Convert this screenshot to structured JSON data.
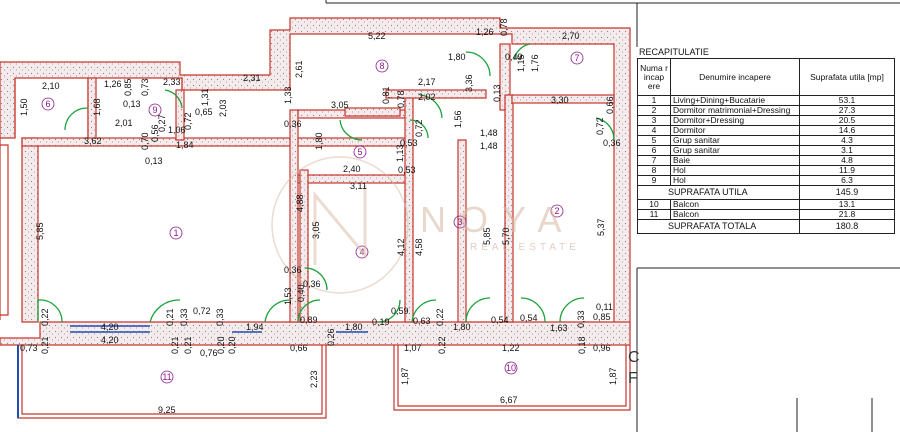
{
  "watermark": {
    "brand": "NOYA",
    "sub": "REAL ESTATE"
  },
  "recap": {
    "title": "RECAPITULATIE",
    "headers": {
      "num": "Numa r incap ere",
      "name": "Denumire incapere",
      "area": "Suprafata utila [mp]"
    },
    "rows": [
      {
        "nr": "1",
        "name": "Living+Dining+Bucatarie",
        "area": "53.1"
      },
      {
        "nr": "2",
        "name": "Dormitor matrimonial+Dressing",
        "area": "27.3"
      },
      {
        "nr": "3",
        "name": "Dormitor+Dressing",
        "area": "20.5"
      },
      {
        "nr": "4",
        "name": "Dormitor",
        "area": "14.6"
      },
      {
        "nr": "5",
        "name": "Grup sanitar",
        "area": "4.3"
      },
      {
        "nr": "6",
        "name": "Grup sanitar",
        "area": "3.1"
      },
      {
        "nr": "7",
        "name": "Baie",
        "area": "4.8"
      },
      {
        "nr": "8",
        "name": "Hol",
        "area": "11.9"
      },
      {
        "nr": "9",
        "name": "Hol",
        "area": "6.3"
      }
    ],
    "subtotal": {
      "label": "SUPRAFATA UTILA",
      "area": "145.9"
    },
    "balconies": [
      {
        "nr": "10",
        "name": "Balcon",
        "area": "13.1"
      },
      {
        "nr": "11",
        "name": "Balcon",
        "area": "21.8"
      }
    ],
    "total": {
      "label": "SUPRAFATA TOTALA",
      "area": "180.8"
    }
  },
  "room_numbers": [
    "1",
    "2",
    "3",
    "4",
    "5",
    "6",
    "7",
    "8",
    "9",
    "10",
    "11"
  ],
  "dimensions": {
    "d_5_22": "5,22",
    "d_1_26a": "1,26",
    "d_0_78": "0,78",
    "d_2_70": "2,70",
    "d_1_80a": "1,80",
    "d_0_49": "0,49",
    "d_1_15": "1,15",
    "d_1_76": "1,76",
    "d_2_10": "2,10",
    "d_1_26b": "1,26",
    "d_0_85a": "0,85",
    "d_0_73a": "0,73",
    "d_2_33": "2,33",
    "d_2_31": "2,31",
    "d_2_61": "2,61",
    "d_3_30": "3,30",
    "d_1_50": "1,50",
    "d_1_68": "1,68",
    "d_0_13a": "0,13",
    "d_1_31": "1,31",
    "d_1_33": "1,33",
    "d_2_17": "2,17",
    "d_3_36": "3,36",
    "d_0_13b": "0,13",
    "d_0_66": "0,66",
    "d_0_81": "0,81",
    "d_0_78b": "0,78",
    "d_2_02": "2,02",
    "d_3_05a": "3,05",
    "d_2_03": "2,03",
    "d_0_72a": "0,72",
    "d_0_65": "0,65",
    "d_2_01": "2,01",
    "d_0_27": "0,27",
    "d_1_06": "1,06",
    "d_0_36a": "0,36",
    "d_0_72b": "0,72",
    "d_1_56": "1,56",
    "d_0_72c": "0,72",
    "d_1_48a": "1,48",
    "d_3_62": "3,62",
    "d_0_70": "0,70",
    "d_0_56": "0,56",
    "d_1_84": "1,84",
    "d_0_13c": "0,13",
    "d_1_80b": "1,80",
    "d_0_53a": "0,53",
    "d_1_13": "1,13",
    "d_0_36b": "0,36",
    "d_1_48b": "1,48",
    "d_2_40": "2,40",
    "d_0_53b": "0,53",
    "d_3_11": "3,11",
    "d_5_85a": "5,85",
    "d_4_88": "4,88",
    "d_3_05b": "3,05",
    "d_4_12": "4,12",
    "d_4_58": "4,58",
    "d_5_85b": "5,85",
    "d_5_70": "5,70",
    "d_5_37": "5,37",
    "d_0_36c": "0,36",
    "d_0_36d": "0,36",
    "d_1_53": "1,53",
    "d_0_40": "0,40",
    "d_0_11": "0,11",
    "d_0_22a": "0,22",
    "d_4_20a": "4,20",
    "d_0_21a": "0,21",
    "d_0_33a": "0,33",
    "d_0_72d": "0,72",
    "d_0_33b": "0,33",
    "d_1_94": "1,94",
    "d_0_89": "0,89",
    "d_1_80c": "1,80",
    "d_0_19": "0,19",
    "d_0_59": "0,59",
    "d_0_63": "0,63",
    "d_0_22b": "0,22",
    "d_1_80d": "1,80",
    "d_0_54a": "0,54",
    "d_0_54b": "0,54",
    "d_1_63": "1,63",
    "d_0_33c": "0,33",
    "d_0_85b": "0,85",
    "d_0_73b": "0,73",
    "d_0_21b": "0,21",
    "d_4_20b": "4,20",
    "d_0_21c": "0,21",
    "d_0_21d": "0,21",
    "d_0_76": "0,76",
    "d_0_20a": "0,20",
    "d_0_20b": "0,20",
    "d_0_66b": "0,66",
    "d_0_26": "0,26",
    "d_1_07": "1,07",
    "d_0_22c": "0,22",
    "d_1_22": "1,22",
    "d_0_18": "0,18",
    "d_0_96": "0,96",
    "d_2_23": "2,23",
    "d_1_87a": "1,87",
    "d_1_87b": "1,87",
    "d_9_25": "9,25",
    "d_6_67": "6,67"
  },
  "side_letters": {
    "top": "C",
    "bottom": "F"
  },
  "colors": {
    "wall": "#c8342c",
    "door": "#1aa23a",
    "room_num": "#8a1a8a",
    "window": "#1f4fb3"
  }
}
